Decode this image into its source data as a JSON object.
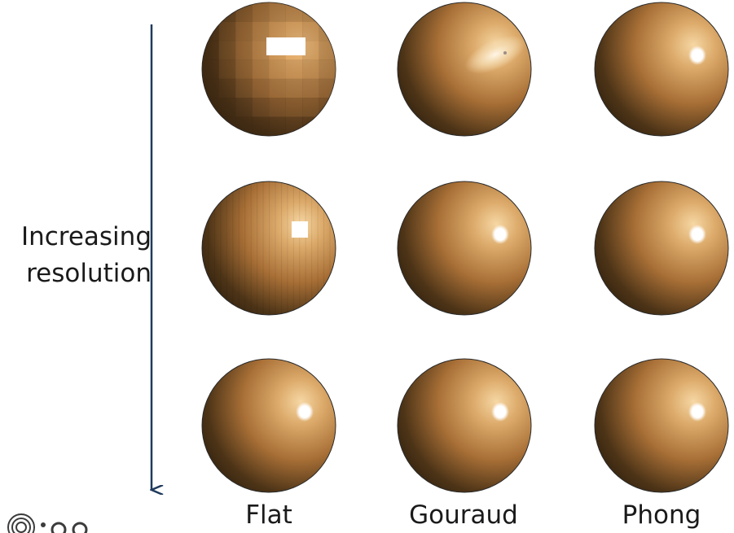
{
  "row_axis": {
    "label_line1": "Increasing",
    "label_line2": "resolution",
    "arrow_color": "#1f3a5c"
  },
  "columns": [
    {
      "label": "Flat"
    },
    {
      "label": "Gouraud"
    },
    {
      "label": "Phong"
    }
  ],
  "rows": [
    {
      "cells": [
        {
          "shading": "flat",
          "facets": "coarse",
          "highlight": "square"
        },
        {
          "shading": "gouraud",
          "facets": "coarse",
          "highlight": "streak"
        },
        {
          "shading": "phong",
          "facets": "coarse",
          "highlight": "spot"
        }
      ]
    },
    {
      "cells": [
        {
          "shading": "flat",
          "facets": "medium",
          "highlight": "blocky"
        },
        {
          "shading": "gouraud",
          "facets": "medium",
          "highlight": "spot"
        },
        {
          "shading": "phong",
          "facets": "medium",
          "highlight": "spot"
        }
      ]
    },
    {
      "cells": [
        {
          "shading": "flat",
          "facets": "fine",
          "highlight": "spot"
        },
        {
          "shading": "gouraud",
          "facets": "fine",
          "highlight": "spot"
        },
        {
          "shading": "phong",
          "facets": "fine",
          "highlight": "spot"
        }
      ]
    }
  ],
  "colors": {
    "sphere_light": "#ecc58c",
    "sphere_mid": "#c18a4c",
    "sphere_dark": "#2b1d0e",
    "highlight": "#ffffff",
    "logo": "#3c3c3c"
  },
  "logo_icon": "spiral-logo-icon"
}
